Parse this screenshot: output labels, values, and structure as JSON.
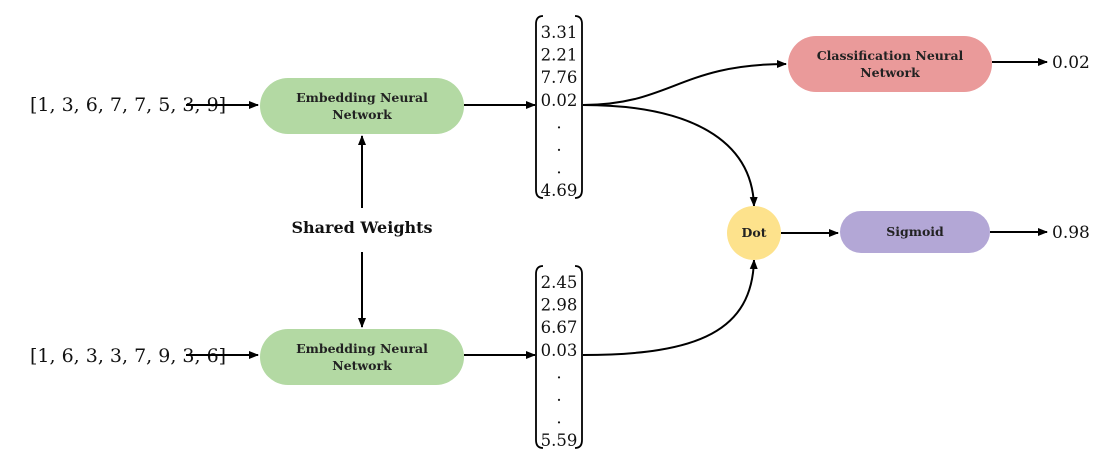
{
  "inputs": {
    "top_sequence": "[1, 3, 6, 7, 7, 5, 3, 9]",
    "bottom_sequence": "[1, 6, 3, 3, 7, 9, 3, 6]"
  },
  "nodes": {
    "embedding_top": {
      "line1": "Embedding Neural",
      "line2": "Network",
      "color": "#b3d9a3"
    },
    "embedding_bottom": {
      "line1": "Embedding Neural",
      "line2": "Network",
      "color": "#b3d9a3"
    },
    "classification": {
      "line1": "Classification Neural",
      "line2": "Network",
      "color": "#ea9a9a"
    },
    "dot": {
      "label": "Dot",
      "color": "#fde28c"
    },
    "sigmoid": {
      "label": "Sigmoid",
      "color": "#b3a7d6"
    }
  },
  "shared_weights": "Shared Weights",
  "vectors": {
    "top": [
      "3.31",
      "2.21",
      "7.76",
      "0.02",
      ".",
      ".",
      ".",
      "4.69"
    ],
    "bottom": [
      "2.45",
      "2.98",
      "6.67",
      "0.03",
      ".",
      ".",
      ".",
      "5.59"
    ]
  },
  "outputs": {
    "classification": "0.02",
    "sigmoid": "0.98"
  }
}
